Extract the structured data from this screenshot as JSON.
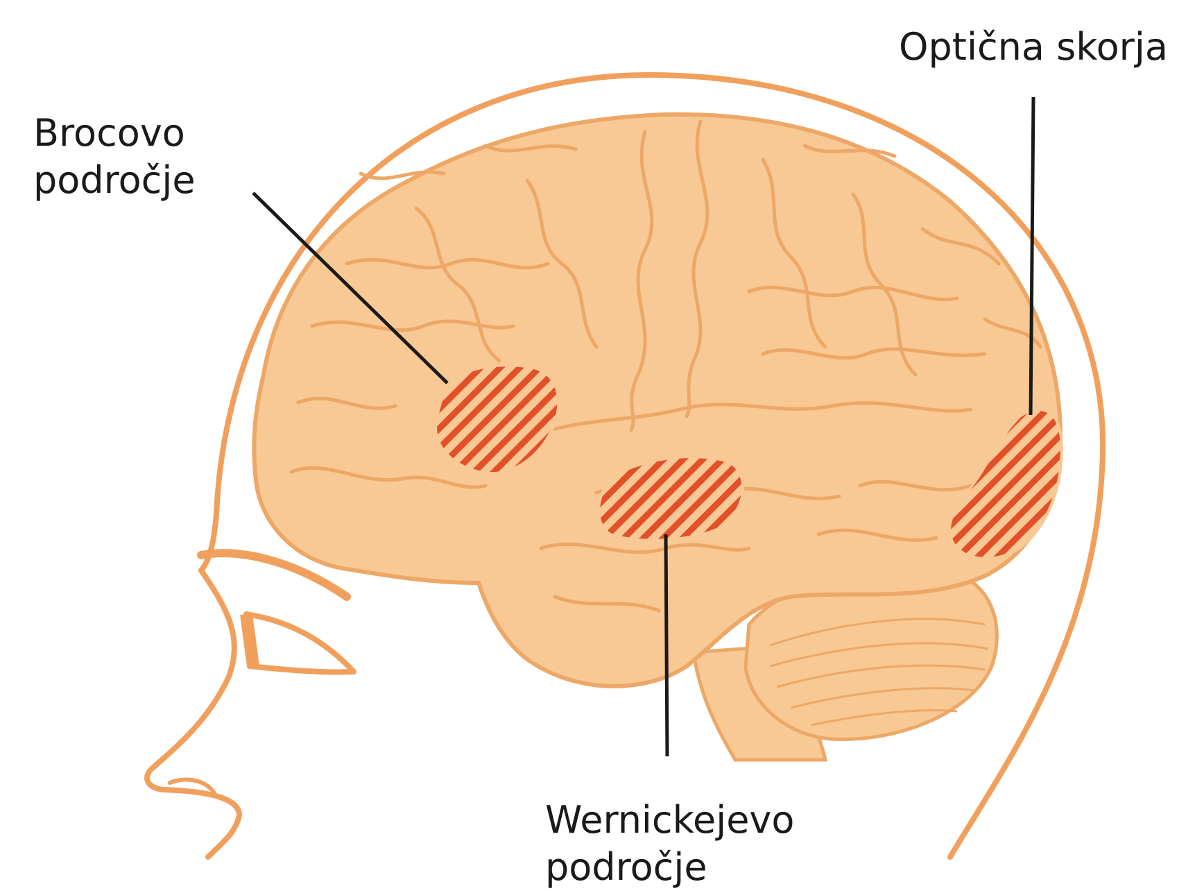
{
  "labels": {
    "broca": {
      "line1": "Brocovo",
      "line2": "področje"
    },
    "optic": {
      "line1": "Optična skorja"
    },
    "wernicke": {
      "line1": "Wernickejevo",
      "line2": "področje"
    }
  },
  "colors": {
    "outline": "#f0a05c",
    "brain_fill": "#f8c994",
    "brain_sulcus": "#eda766",
    "hatch": "#e2502a",
    "leader_line": "#1a1a1a"
  }
}
